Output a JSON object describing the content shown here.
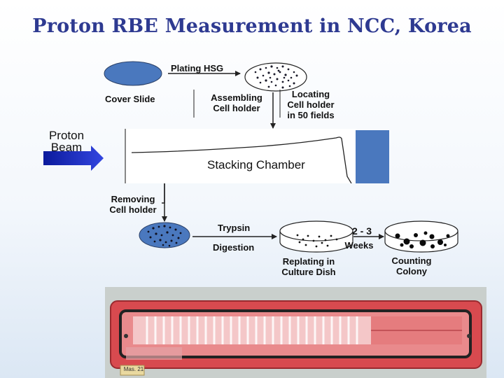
{
  "title": "Proton RBE Measurement in NCC, Korea",
  "labels": {
    "plating": "Plating HSG",
    "cover_slide": "Cover Slide",
    "assembling_1": "Assembling",
    "assembling_2": "Cell holder",
    "locating_1": "Locating",
    "locating_2": "Cell holder",
    "locating_3": "in 50 fields",
    "proton_1": "Proton",
    "proton_2": "Beam",
    "stacking_chamber": "Stacking Chamber",
    "removing_1": "Removing",
    "removing_2": "Cell holder",
    "trypsin": "Trypsin",
    "digestion": "Digestion",
    "weeks_1": "2 - 3",
    "weeks_2": "Weeks",
    "replating_1": "Replating in",
    "replating_2": "Culture Dish",
    "counting_1": "Counting",
    "counting_2": "Colony",
    "photo_tag": "Mas. 21"
  },
  "colors": {
    "title": "#2e3a91",
    "slide_fill": "#4a78be",
    "beam_arrow": "#1c2fc0",
    "chamber_right": "#4a78be",
    "photo_frame": "#d4363f"
  }
}
